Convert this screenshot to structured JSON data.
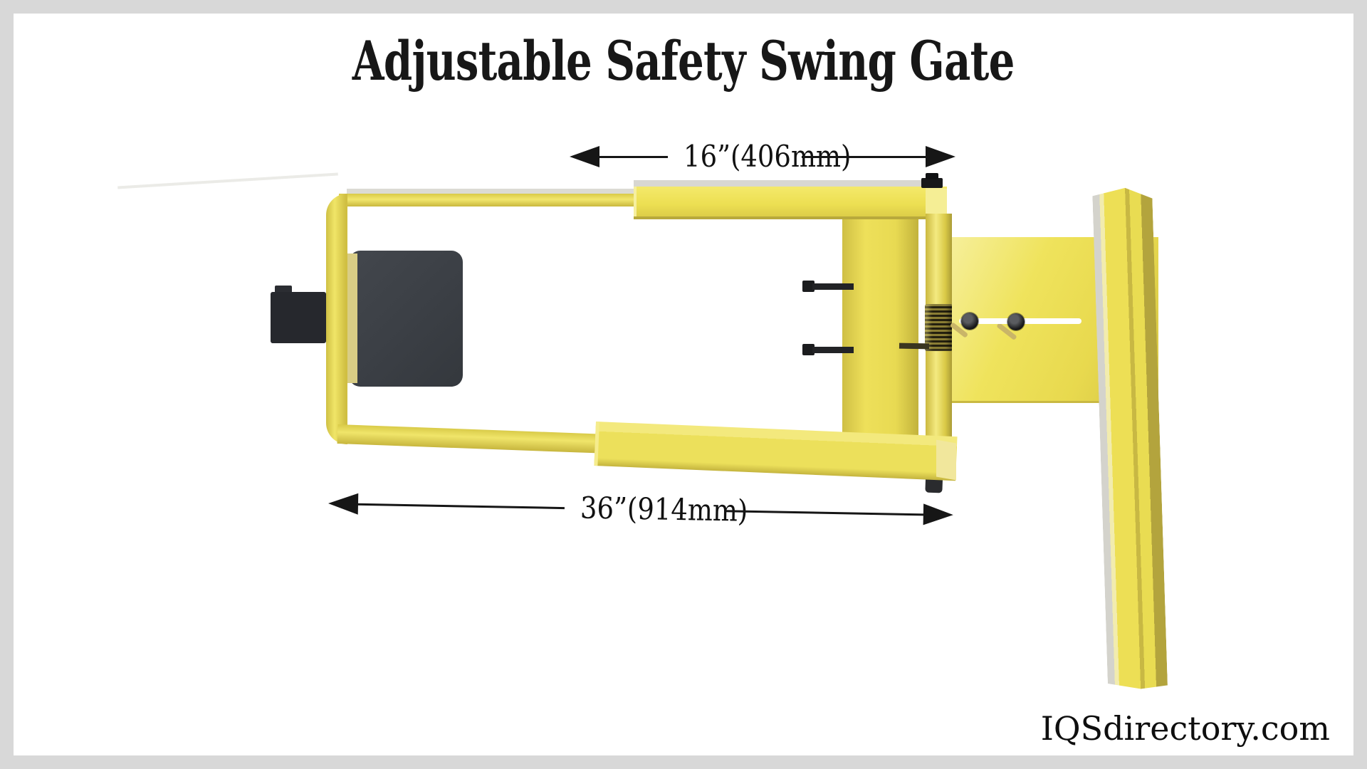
{
  "page": {
    "background": "#ffffff",
    "border_color": "#d8d8d8"
  },
  "title": "Adjustable Safety Swing Gate",
  "dimensions": {
    "top": {
      "label": "16”(406mm)"
    },
    "bottom": {
      "label": "36”(914mm)"
    }
  },
  "watermark": "IQSdirectory.com",
  "colors": {
    "gate_yellow": "#ecdf55",
    "gate_yellow_highlight": "#f6ef9a",
    "gate_yellow_shadow": "#b3a43d",
    "pad_charcoal": "#3c4046",
    "latch_black": "#26282d",
    "hardware_black": "#1a1b1d",
    "spring_olive": "#8a7d34",
    "dimension_ink": "#161616",
    "top_strip_gray": "#d8d7d1"
  },
  "icons": {
    "left_arrowheads": 2,
    "right_arrowheads": 2
  }
}
